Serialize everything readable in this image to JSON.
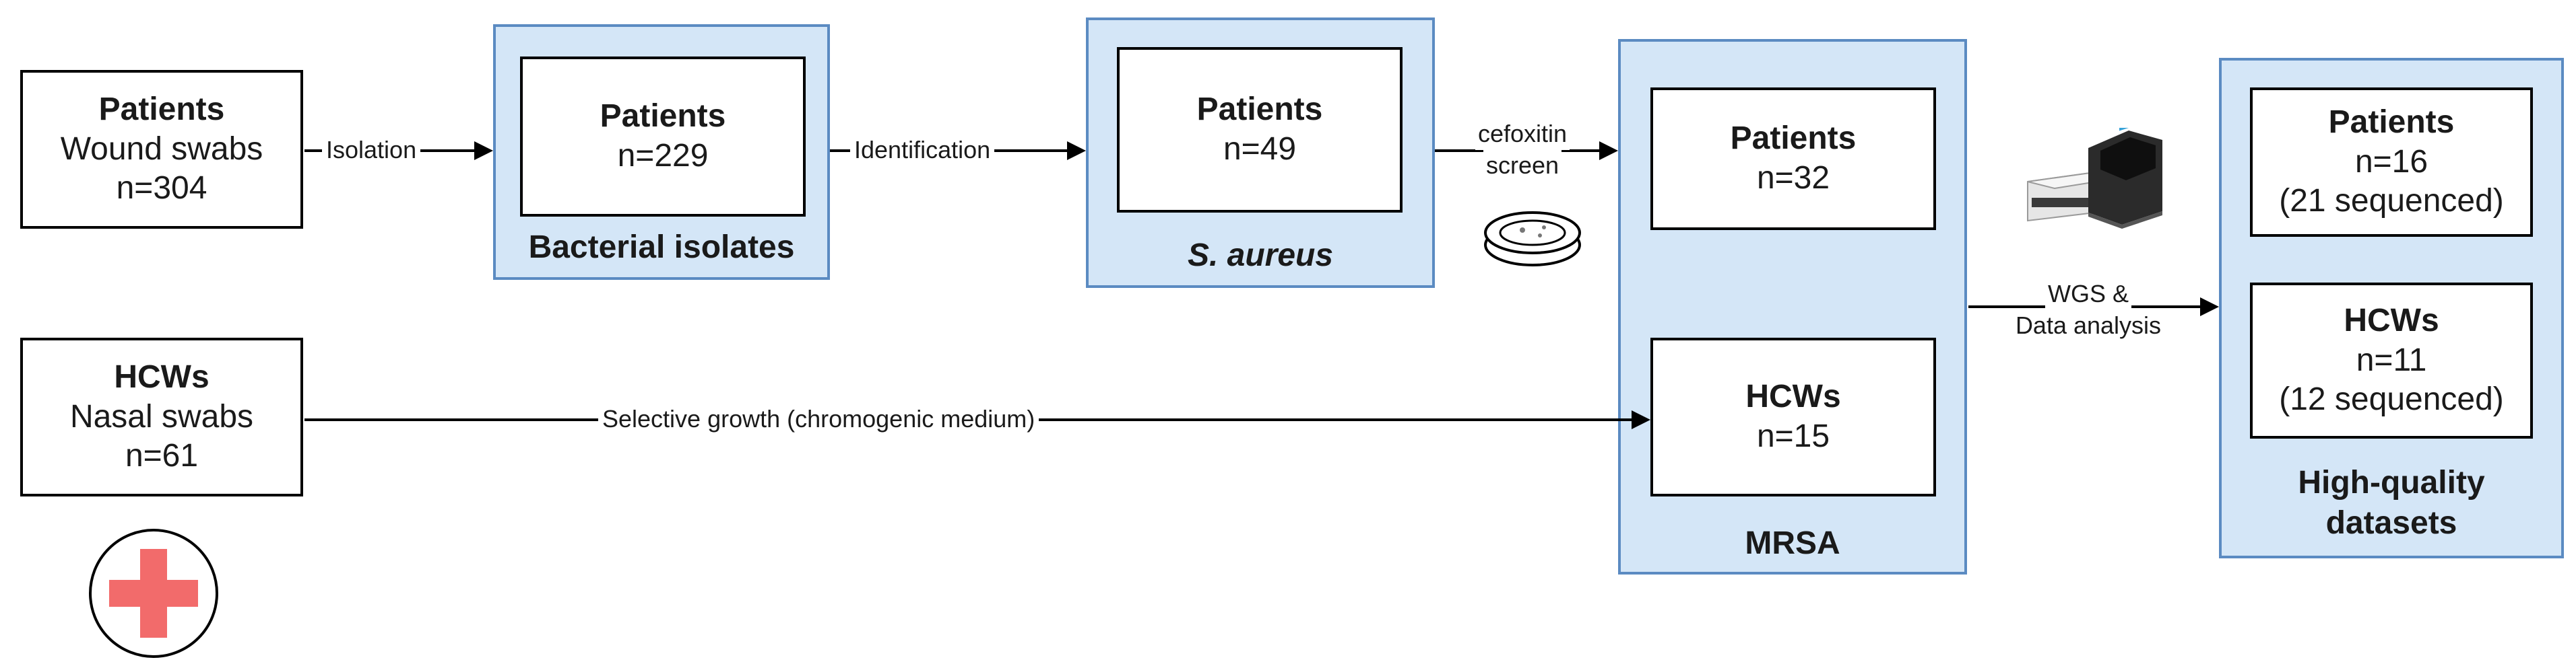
{
  "patients_source": {
    "title": "Patients",
    "subtitle": "Wound swabs",
    "count": "n=304"
  },
  "hcws_source": {
    "title": "HCWs",
    "subtitle": "Nasal swabs",
    "count": "n=61"
  },
  "bacterial_isolates": {
    "title": "Patients",
    "count": "n=229",
    "caption": "Bacterial isolates"
  },
  "s_aureus": {
    "title": "Patients",
    "count": "n=49",
    "caption": "S. aureus"
  },
  "mrsa": {
    "patients": {
      "title": "Patients",
      "count": "n=32"
    },
    "hcws": {
      "title": "HCWs",
      "count": "n=15"
    },
    "caption": "MRSA"
  },
  "high_quality": {
    "patients": {
      "title": "Patients",
      "count": "n=16",
      "note": "(21 sequenced)"
    },
    "hcws": {
      "title": "HCWs",
      "count": "n=11",
      "note": "(12 sequenced)"
    },
    "caption_line1": "High-quality",
    "caption_line2": "datasets"
  },
  "edges": {
    "isolation": "Isolation",
    "identification": "Identification",
    "cefoxitin_line1": "cefoxitin",
    "cefoxitin_line2": "screen",
    "selective_growth": "Selective growth (chromogenic medium)",
    "wgs_line1": "WGS &",
    "wgs_line2": "Data analysis"
  },
  "icons": [
    "petri-dish-icon",
    "sequencer-icon",
    "hospital-cross-icon"
  ],
  "colors": {
    "group_fill": "#d4e6f7",
    "group_border": "#5b8bc2",
    "cross_red": "#f26b6b"
  }
}
